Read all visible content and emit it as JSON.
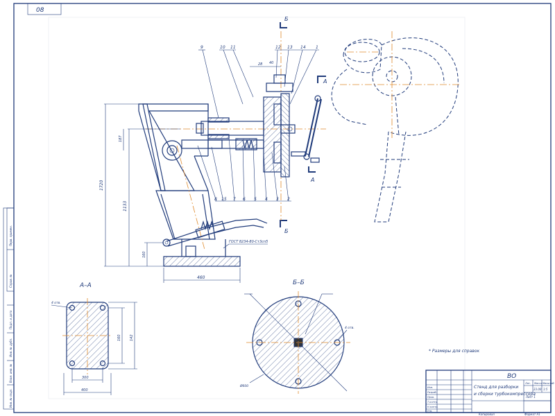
{
  "format_code": "08",
  "section_marks": {
    "b": "Б",
    "a": "А"
  },
  "views": {
    "aa_title": "А–А",
    "bb_title": "Б–Б"
  },
  "position_labels": {
    "top": [
      "9",
      "10",
      "11",
      "12",
      "13",
      "14",
      "1"
    ],
    "bottom": [
      "8",
      "15",
      "7",
      "6",
      "5",
      "4",
      "3",
      "2"
    ]
  },
  "dimensions": {
    "overall_height": "1720",
    "column_height": "1133",
    "mid": "187",
    "base_height": "160",
    "base_width": "460",
    "top_28": "28",
    "top_40": "40",
    "aa_width": "400",
    "aa_inner": "300",
    "aa_h1": "160",
    "aa_h2": "142",
    "aa_holes": "4 отв.",
    "bb_dia": "Ø600",
    "bb_hole": "4 отв."
  },
  "notes": {
    "fit_note": "ГОСТ 8234-80-Ст3сп5",
    "sizes_note": "* Размеры для справок"
  },
  "title_block": {
    "doc_code": "ВО",
    "name_line1": "Стенд для разборки",
    "name_line2": "и сборки турбокомпрессора",
    "col_headers": [
      "Лит.",
      "Масса",
      "Масштаб"
    ],
    "mass": "23.00",
    "scale": "1:5",
    "sheet": "Лист 1",
    "row_labels": [
      "Изм.",
      "Разраб.",
      "Пров.",
      "Т.контр.",
      "Н.контр.",
      "Утв."
    ]
  },
  "side_strip": [
    "Перв. примен.",
    "Справ. №",
    "Подп. и дата",
    "Инв. № дубл.",
    "Взам. инв. №",
    "Подп. и дата",
    "Инв. № подл."
  ],
  "footer": {
    "copied": "Копировал",
    "format": "Формат А1"
  }
}
